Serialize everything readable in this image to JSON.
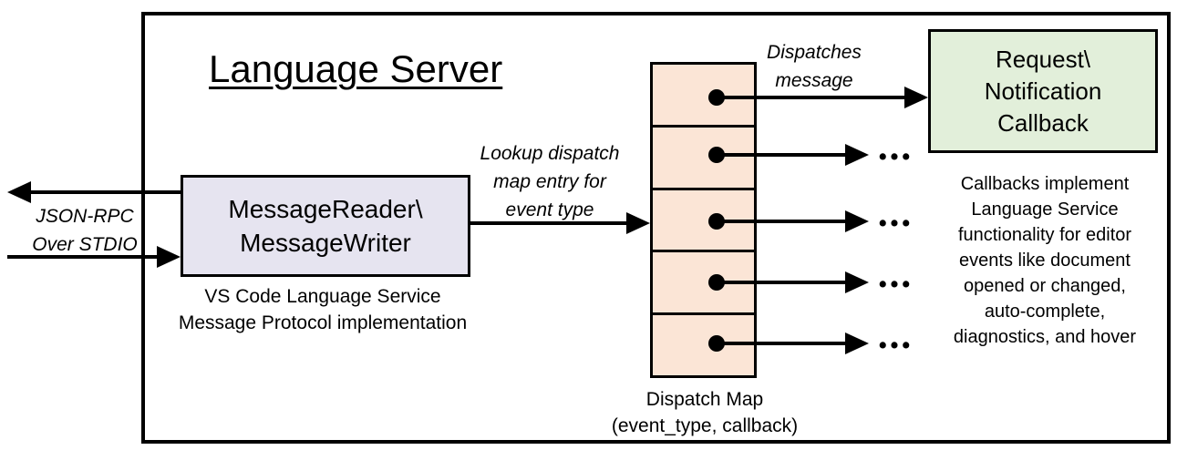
{
  "diagram": {
    "title": "Language Server",
    "message_box": {
      "label": "MessageReader\\\nMessageWriter",
      "caption": "VS Code Language Service\nMessage Protocol implementation"
    },
    "io_label": "JSON-RPC\nOver STDIO",
    "lookup_label": "Lookup dispatch\nmap entry for\nevent type",
    "dispatches_label": "Dispatches\nmessage",
    "dispatch_map": {
      "caption": "Dispatch Map\n(event_type, callback)",
      "cell_count": 5,
      "ellipsis": "•••"
    },
    "callback_box": {
      "label": "Request\\\nNotification\nCallback",
      "caption": "Callbacks implement\nLanguage Service\nfunctionality for editor\nevents like document\nopened or changed,\nauto-complete,\ndiagnostics, and hover"
    },
    "colors": {
      "message_box_fill": "#e6e4f0",
      "dispatch_map_fill": "#fbe5d6",
      "callback_box_fill": "#e2efda",
      "line_and_border": "#000000",
      "background": "#ffffff"
    }
  }
}
